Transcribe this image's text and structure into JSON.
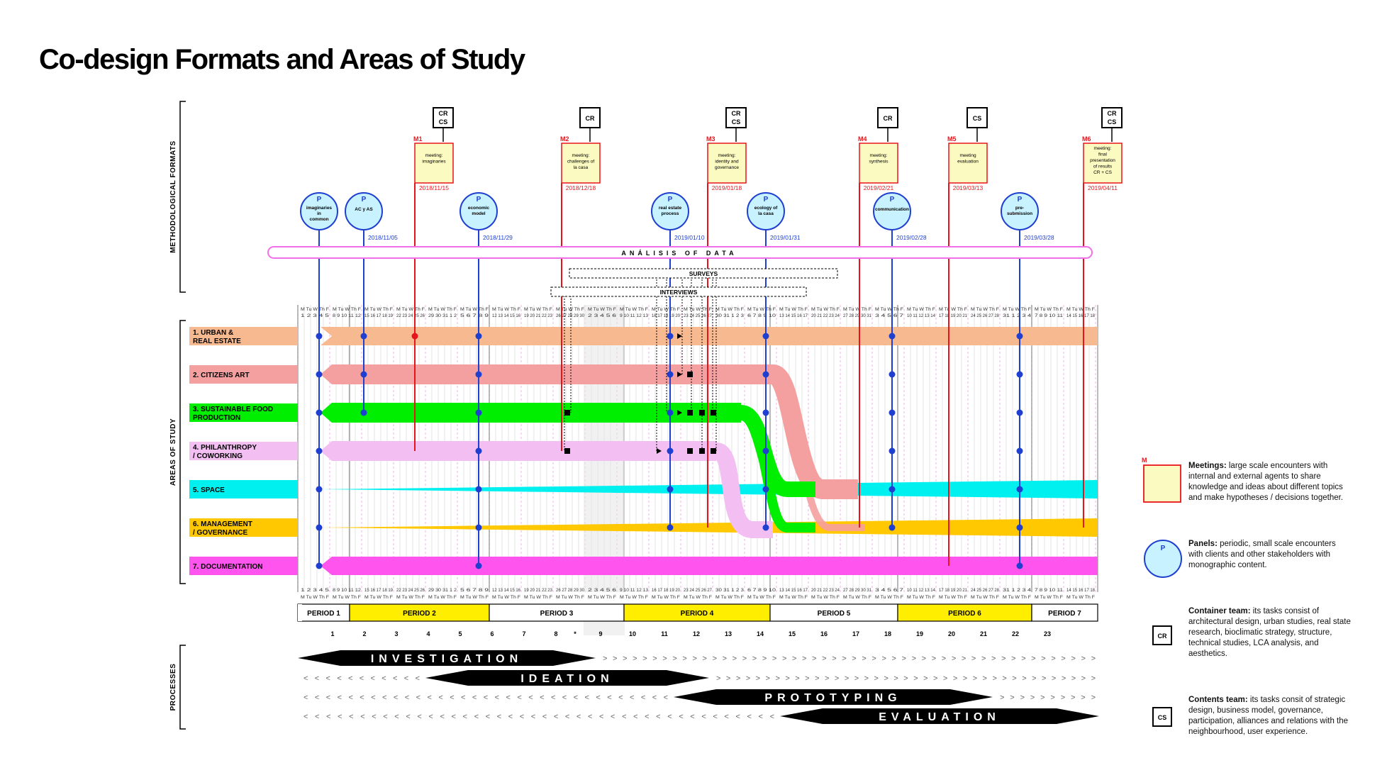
{
  "title": "Co-design Formats and Areas of Study",
  "side_labels": {
    "methodological": "METHODOLOGICAL FORMATS",
    "areas": "AREAS OF STUDY",
    "processes": "PROCESSES"
  },
  "meetings": [
    {
      "code": "M1",
      "text": [
        "meeting:",
        "imaginaries"
      ],
      "date": "2018/11/15",
      "team": [
        "CR",
        "CS"
      ]
    },
    {
      "code": "M2",
      "text": [
        "meeting:",
        "challenges of",
        "la casa"
      ],
      "date": "2018/12/18",
      "team": [
        "CR"
      ]
    },
    {
      "code": "M3",
      "text": [
        "meeting:",
        "identity and",
        "governance"
      ],
      "date": "2019/01/18",
      "team": [
        "CR",
        "CS"
      ]
    },
    {
      "code": "M4",
      "text": [
        "meeting:",
        "synthesis"
      ],
      "date": "2019/02/21",
      "team": [
        "CR"
      ]
    },
    {
      "code": "M5",
      "text": [
        "meeting",
        "evaluation"
      ],
      "date": "2019/03/13",
      "team": [
        "CS"
      ]
    },
    {
      "code": "M6",
      "text": [
        "meeting:",
        "final",
        "presentation",
        "of results",
        "CR + CS"
      ],
      "date": "2019/04/11",
      "team": [
        "CR",
        "CS"
      ]
    }
  ],
  "panels": [
    {
      "text": [
        "imaginaries",
        "in",
        "common"
      ],
      "date": ""
    },
    {
      "text": [
        "AC y AS"
      ],
      "date": "2018/11/05"
    },
    {
      "text": [
        "economic",
        "model"
      ],
      "date": "2018/11/29"
    },
    {
      "text": [
        "real estate",
        "process"
      ],
      "date": "2019/01/10"
    },
    {
      "text": [
        "ecology of",
        "la casa"
      ],
      "date": "2019/01/31"
    },
    {
      "text": [
        "communication"
      ],
      "date": "2019/02/28"
    },
    {
      "text": [
        "pre-",
        "submission"
      ],
      "date": "2019/03/28"
    }
  ],
  "panel_letter": "P",
  "data_bar": "ANÁLISIS OF DATA",
  "surveys": "SURVEYS",
  "interviews": "INTERVIEWS",
  "areas": [
    {
      "label": [
        "1.  URBAN &",
        "REAL ESTATE"
      ],
      "color": "#f7b98f"
    },
    {
      "label": [
        "2. CITIZENS ART"
      ],
      "color": "#f5a0a0"
    },
    {
      "label": [
        "3. SUSTAINABLE FOOD",
        "PRODUCTION"
      ],
      "color": "#00ee00"
    },
    {
      "label": [
        "4. PHILANTHROPY",
        "/ COWORKING"
      ],
      "color": "#f3bff2"
    },
    {
      "label": [
        "5. SPACE"
      ],
      "color": "#00f0f0"
    },
    {
      "label": [
        "6. MANAGEMENT",
        "/ GOVERNANCE"
      ],
      "color": "#ffc800"
    },
    {
      "label": [
        "7. DOCUMENTATION"
      ],
      "color": "#ff55ee"
    }
  ],
  "periods": [
    "PERIOD 1",
    "PERIOD 2",
    "PERIOD 3",
    "PERIOD 4",
    "PERIOD 5",
    "PERIOD 6",
    "PERIOD 7"
  ],
  "week_numbers": [
    "1",
    "2",
    "3",
    "4",
    "5",
    "6",
    "7",
    "8",
    "*",
    "9",
    "10",
    "11",
    "12",
    "13",
    "14",
    "15",
    "16",
    "17",
    "18",
    "19",
    "20",
    "21",
    "22",
    "23"
  ],
  "weekday_row": "M Tu W Th F",
  "processes": [
    "INVESTIGATION",
    "IDEATION",
    "PROTOTYPING",
    "EVALUATION"
  ],
  "legend": {
    "meetings_letter": "M",
    "meetings_title": "Meetings:",
    "meetings_text": "large scale encounters with internal and external agents to share knowledge and ideas about different topics and make hypotheses / decisions together.",
    "panels_letter": "P",
    "panels_title": "Panels:",
    "panels_text": "periodic, small scale encounters with clients and other stakeholders with monographic content.",
    "container_code": "CR",
    "container_title": "Container team:",
    "container_text": "its tasks consist of architectural design, urban studies, real state research, bioclimatic strategy, structure, technical studies, LCA analysis, and aesthetics.",
    "contents_code": "CS",
    "contents_title": "Contents team:",
    "contents_text": "its tasks consit of strategic design, business model, governance, participation, alliances and relations with the neighbourhood, user experience."
  },
  "colors": {
    "meeting": "#e8141c",
    "panel": "#1e3fd0",
    "panel_fill": "#c8f2ff",
    "meeting_fill": "#fbfac0",
    "period_yellow": "#ffee00"
  }
}
